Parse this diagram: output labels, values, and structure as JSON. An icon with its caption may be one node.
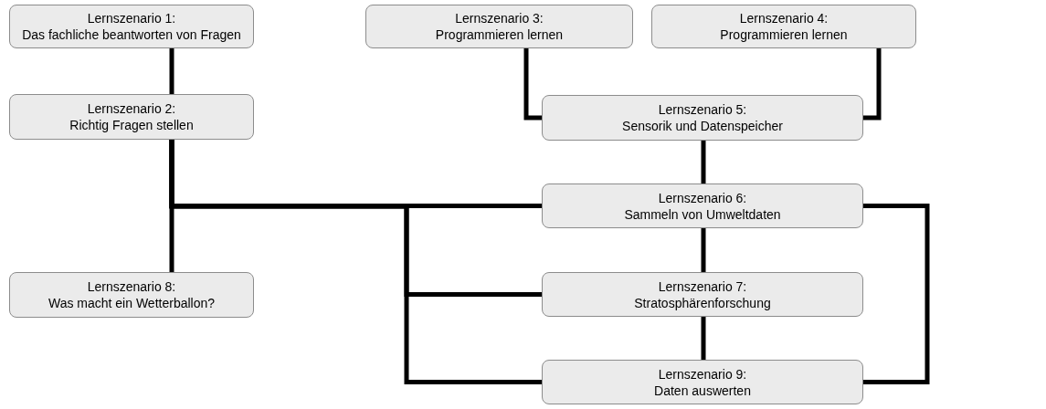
{
  "diagram": {
    "nodes": [
      {
        "text": [
          "Lernszenario 1:",
          "Das fachliche beantworten von Fragen"
        ]
      },
      {
        "text": [
          "Lernszenario 3:",
          "Programmieren lernen"
        ]
      },
      {
        "text": [
          "Lernszenario 4:",
          "Programmieren lernen"
        ]
      },
      {
        "text": [
          "Lernszenario 2:",
          "Richtig Fragen stellen"
        ]
      },
      {
        "text": [
          "Lernszenario 5:",
          "Sensorik und Datenspeicher"
        ]
      },
      {
        "text": [
          "Lernszenario 6:",
          "Sammeln von Umweltdaten"
        ]
      },
      {
        "text": [
          "Lernszenario 8:",
          "Was macht ein Wetterballon?"
        ]
      },
      {
        "text": [
          "Lernszenario 7:",
          "Stratosphärenforschung"
        ]
      },
      {
        "text": [
          "Lernszenario 9:",
          "Daten auswerten"
        ]
      }
    ],
    "edges": [
      {
        "from": 0,
        "to": 3,
        "arrow": "none"
      },
      {
        "from": 1,
        "to": 4,
        "arrow": "none"
      },
      {
        "from": 2,
        "to": 4,
        "arrow": "none"
      },
      {
        "from": 4,
        "to": 5,
        "arrow": "none"
      },
      {
        "from": 3,
        "to": 6,
        "arrow": "none"
      },
      {
        "from": 3,
        "to": 5,
        "arrow": "none"
      },
      {
        "from": 3,
        "to": 7,
        "arrow": "none"
      },
      {
        "from": 3,
        "to": 8,
        "arrow": "none"
      },
      {
        "from": 5,
        "to": 7,
        "arrow": "none"
      },
      {
        "from": 7,
        "to": 8,
        "arrow": "none"
      },
      {
        "from": 5,
        "to": 8,
        "arrow": "none"
      }
    ]
  }
}
